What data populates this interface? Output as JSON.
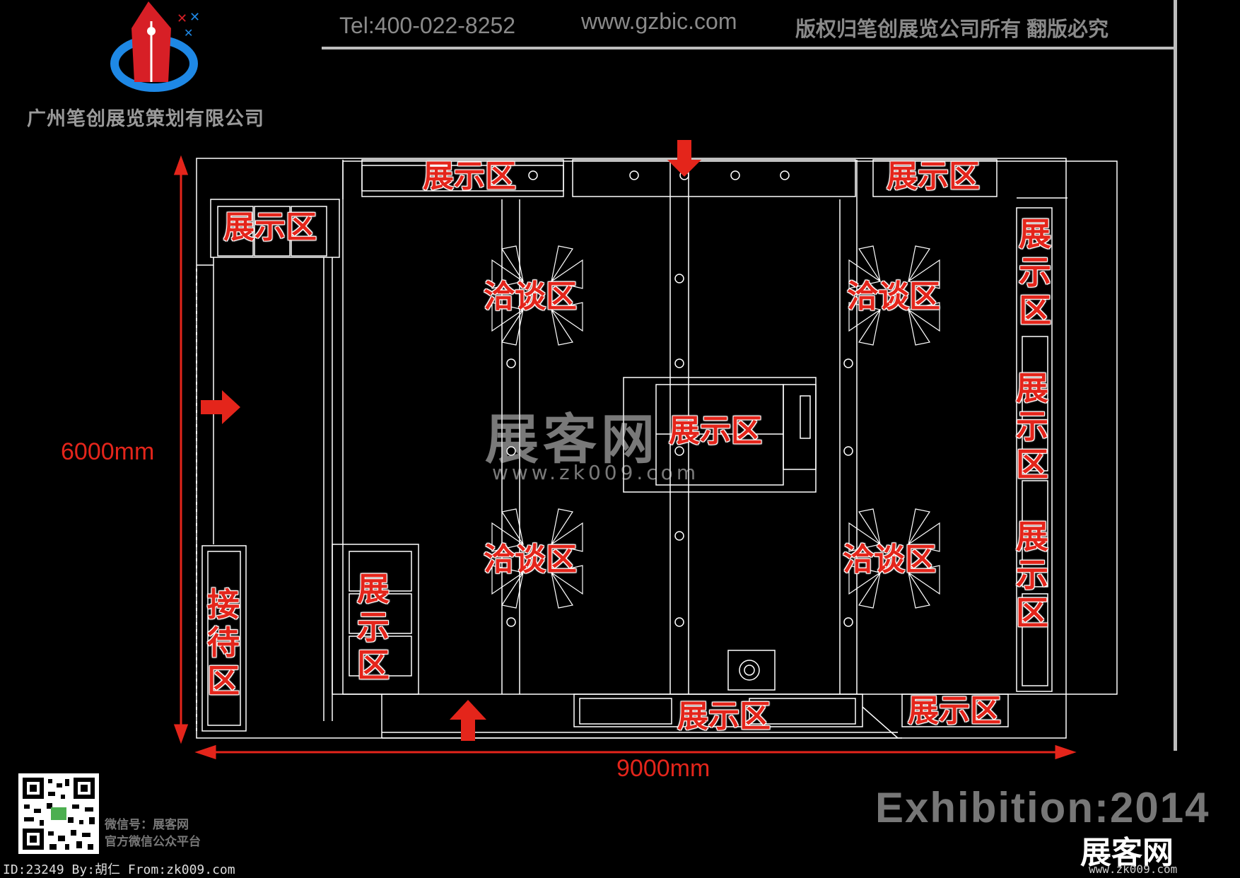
{
  "header": {
    "phone": "Tel:400-022-8252",
    "website": "www.gzbic.com",
    "copyright": "版权归笔创展览公司所有 翻版必究"
  },
  "company": {
    "name": "广州笔创展览策划有限公司"
  },
  "floorplan": {
    "zones": {
      "display_top_left": "展示区",
      "display_top_center": "展示区",
      "display_top_right": "展示区",
      "display_right_1": "展示区",
      "display_right_2": "展示区",
      "display_right_3": "展示区",
      "display_center": "展示区",
      "display_left_lower": "展示区",
      "display_bottom_center": "展示区",
      "display_bottom_right": "展示区",
      "reception": "接待区",
      "negotiation_1": "洽谈区",
      "negotiation_2": "洽谈区",
      "negotiation_3": "洽谈区",
      "negotiation_4": "洽谈区"
    },
    "dimensions": {
      "height": "6000mm",
      "width": "9000mm"
    }
  },
  "watermark": {
    "brand": "展客网",
    "url": "www.zk009.com"
  },
  "footer": {
    "wechat_line1": "微信号：展客网",
    "wechat_line2": "官方微信公众平台",
    "id_line": "ID:23249 By:胡仁 From:zk009.com",
    "exhibition": "Exhibition:2014",
    "brand": "展客网",
    "brand_url": "www.zk009.com"
  },
  "colors": {
    "accent_red": "#e4251b",
    "line_white": "#ffffff",
    "header_gray": "#8a8a8a",
    "logo_blue": "#1e88e5"
  },
  "icons": {
    "logo": "pen-nib-logo",
    "qr": "qr-code-icon",
    "entry_arrows": "entry-arrow-icon"
  }
}
